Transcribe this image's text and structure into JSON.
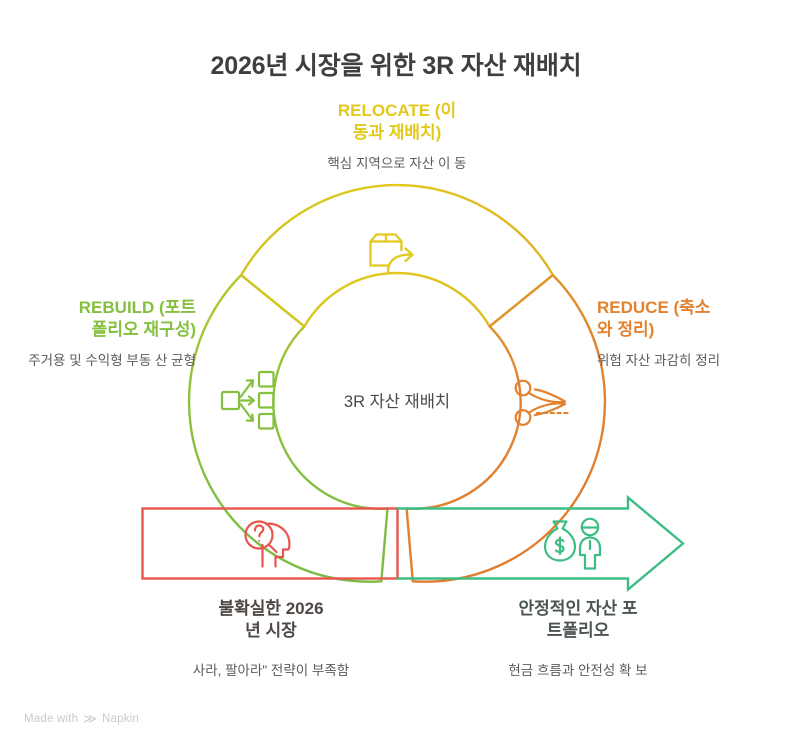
{
  "page": {
    "title": "2026년 시장을 위한 3R 자산 재배치",
    "center_label": "3R 자산 재배치",
    "watermark_prefix": "Made with",
    "watermark_brand": "Napkin",
    "watermark_mark": "≫"
  },
  "colors": {
    "relocate": "#e3c81e",
    "rebuild": "#84c03e",
    "reduce": "#e2822f",
    "uncertain": "#e8554d",
    "stable": "#3cbd84",
    "title_text": "#3f3f3f",
    "body_text": "#5e5a57",
    "center_text": "#4a4a4a",
    "watermark": "#c9c9c9",
    "background": "#ffffff"
  },
  "nodes": [
    {
      "id": "relocate",
      "title": "RELOCATE (이 동과 재배치)",
      "title_line1": "RELOCATE (이",
      "title_line2": "동과 재배치)",
      "description": "핵심 지역으로 자산 이 동",
      "icon": "box-move-arrow-icon",
      "color": "#e3c81e",
      "position": "top"
    },
    {
      "id": "rebuild",
      "title": "REBUILD (포트 폴리오 재구성)",
      "title_line1": "REBUILD (포트",
      "title_line2": "폴리오 재구성)",
      "description": "주거용 및 수익형 부동 산 균형",
      "icon": "distribute-boxes-icon",
      "color": "#84c03e",
      "position": "left"
    },
    {
      "id": "reduce",
      "title": "REDUCE (축소 와 정리)",
      "title_line1": "REDUCE (축소",
      "title_line2": "와 정리)",
      "description": "위험 자산 과감히 정리",
      "icon": "scissors-cut-icon",
      "color": "#e2822f",
      "position": "right"
    },
    {
      "id": "uncertain-market",
      "title": "불확실한 2026 년 시장",
      "title_line1": "불확실한 2026",
      "title_line2": "년 시장",
      "description": "사라, 팔아라\" 전략이 부족함",
      "icon": "head-question-icon",
      "color": "#e8554d",
      "position": "bottom-left"
    },
    {
      "id": "stable-portfolio",
      "title": "안정적인 자산 포 트폴리오",
      "title_line1": "안정적인 자산 포",
      "title_line2": "트폴리오",
      "description": "현금 흐름과 안전성 확 보",
      "icon": "money-bag-person-icon",
      "color": "#3cbd84",
      "position": "bottom-right"
    }
  ]
}
